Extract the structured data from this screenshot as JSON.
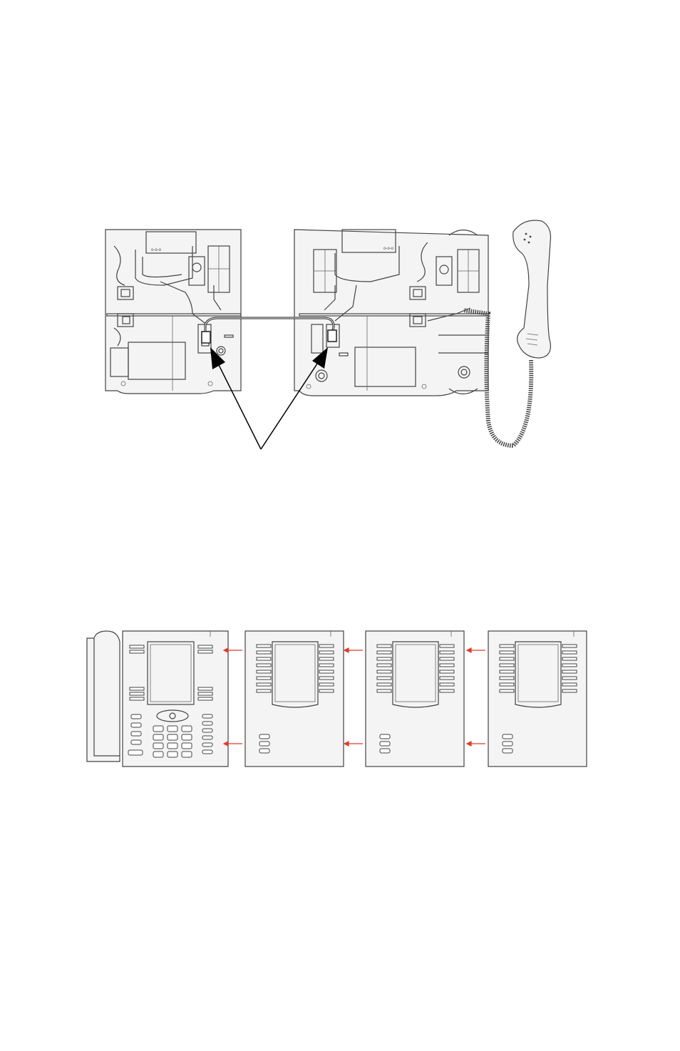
{
  "figures": [
    {
      "name": "expansion-module-cable-connection"
    },
    {
      "name": "chained-expansion-modules"
    }
  ],
  "colors": {
    "line": "#444444",
    "arrow": "#000000",
    "chain_arrow": "#e03a2a",
    "fill": "#f4f4f4"
  },
  "icons": [
    "phone-base-underside",
    "module-underside",
    "handset",
    "callout-arrow",
    "ip-phone-front",
    "expansion-module-front",
    "link-arrow"
  ]
}
